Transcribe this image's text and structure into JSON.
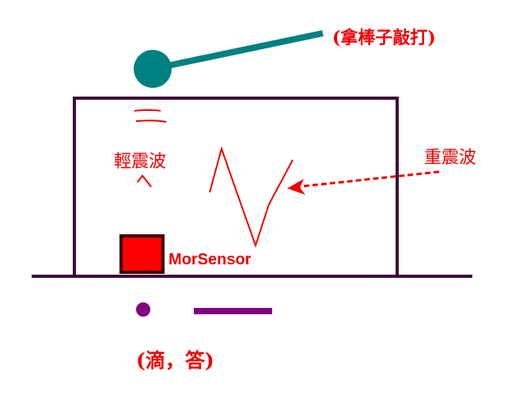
{
  "labels": {
    "strike": "(拿棒子敲打)",
    "light_wave": "輕震波",
    "heavy_wave": "重震波",
    "sensor": "MorSensor",
    "tick_tock": "(滴，答)"
  },
  "colors": {
    "stick": "#008080",
    "box": "#3a0a3a",
    "text": "#ee0000",
    "sensor_fill": "#ff0000",
    "sensor_border": "#3a0000",
    "morse": "#800080"
  }
}
